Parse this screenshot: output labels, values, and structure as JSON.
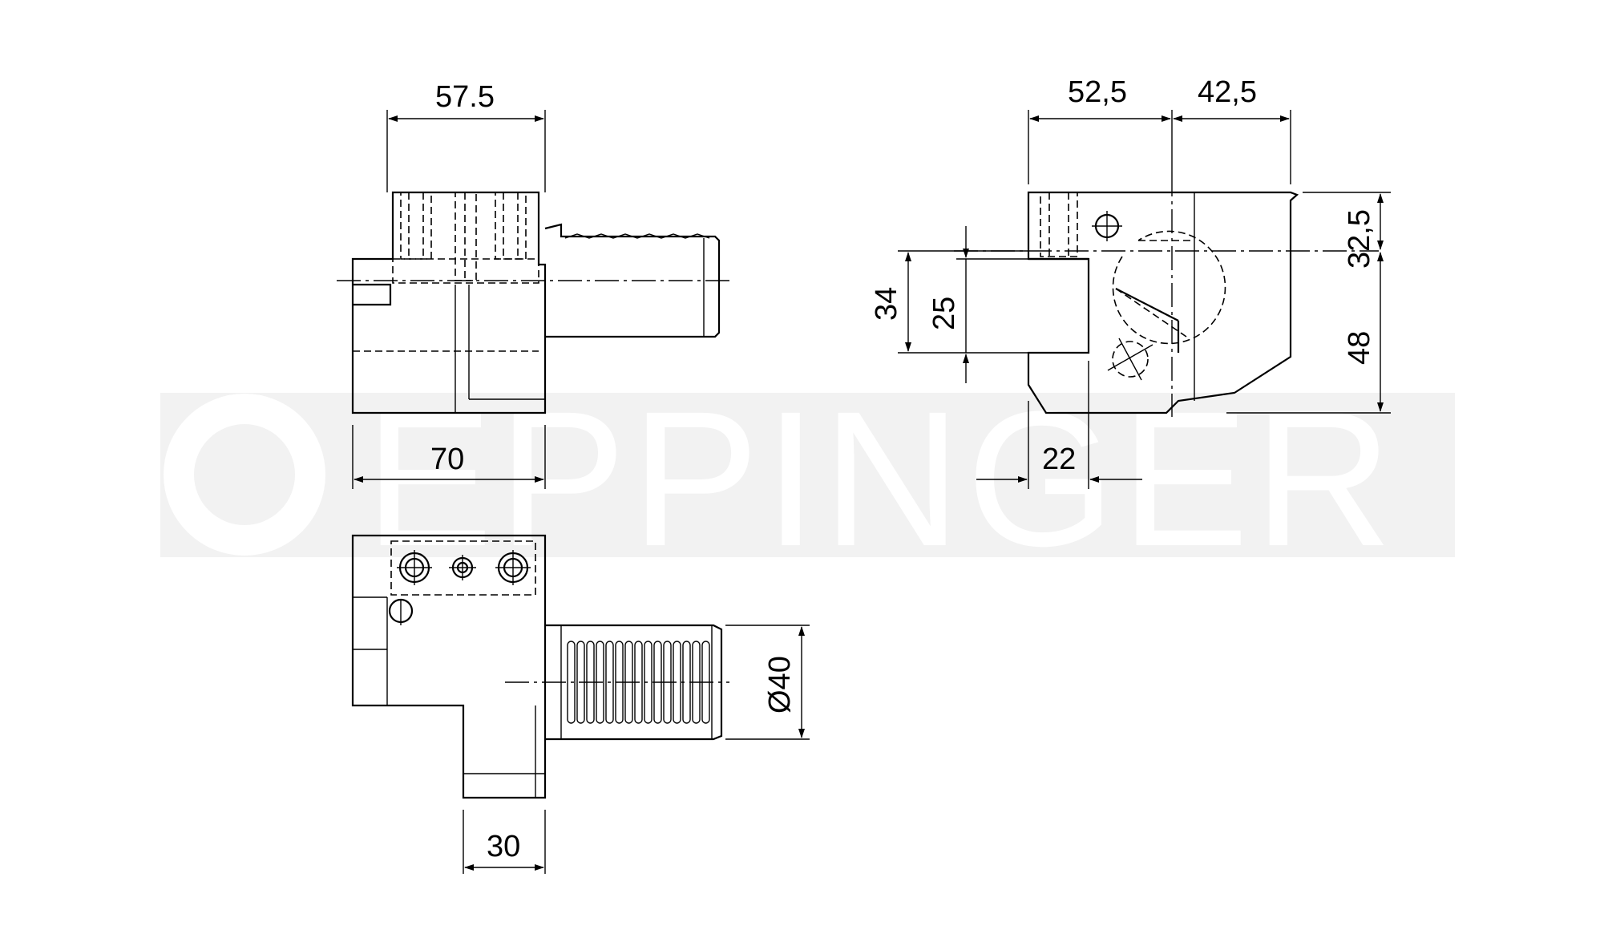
{
  "watermark": {
    "text": "EPPINGER",
    "color": "#efefef"
  },
  "colors": {
    "line": "#000000",
    "background": "#ffffff"
  },
  "dimensions": {
    "top_width": "57.5",
    "base_length": "70",
    "stem_width": "30",
    "shank_diameter": "Ø40",
    "offset_left": "52,5",
    "offset_right": "42,5",
    "height_top": "32,5",
    "height_bottom": "48",
    "height_34": "34",
    "height_25": "25",
    "slot_width": "22"
  }
}
